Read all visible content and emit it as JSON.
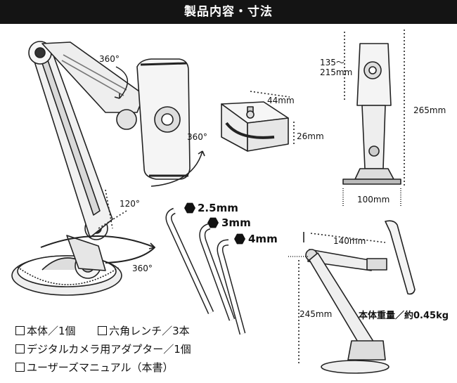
{
  "header": {
    "title": "製品内容・寸法"
  },
  "rotation_labels": {
    "arm_top": "360°",
    "holder": "360°",
    "elbow": "120°",
    "base": "360°"
  },
  "dimensions": {
    "base_width": "44mm",
    "base_height": "26mm",
    "grip_range_line1": "135～",
    "grip_range_line2": "215mm",
    "total_height": "265mm",
    "base_depth": "100mm",
    "arm_length": "140mm",
    "arm_height": "245mm"
  },
  "wrenches": [
    "2.5mm",
    "3mm",
    "4mm"
  ],
  "weight": "本体重量／約0.45kg",
  "contents": [
    {
      "item": "本体／1個"
    },
    {
      "item": "六角レンチ／3本"
    },
    {
      "item": "デジタルカメラ用アダプター／1個"
    },
    {
      "item": "ユーザーズマニュアル（本書）"
    }
  ]
}
